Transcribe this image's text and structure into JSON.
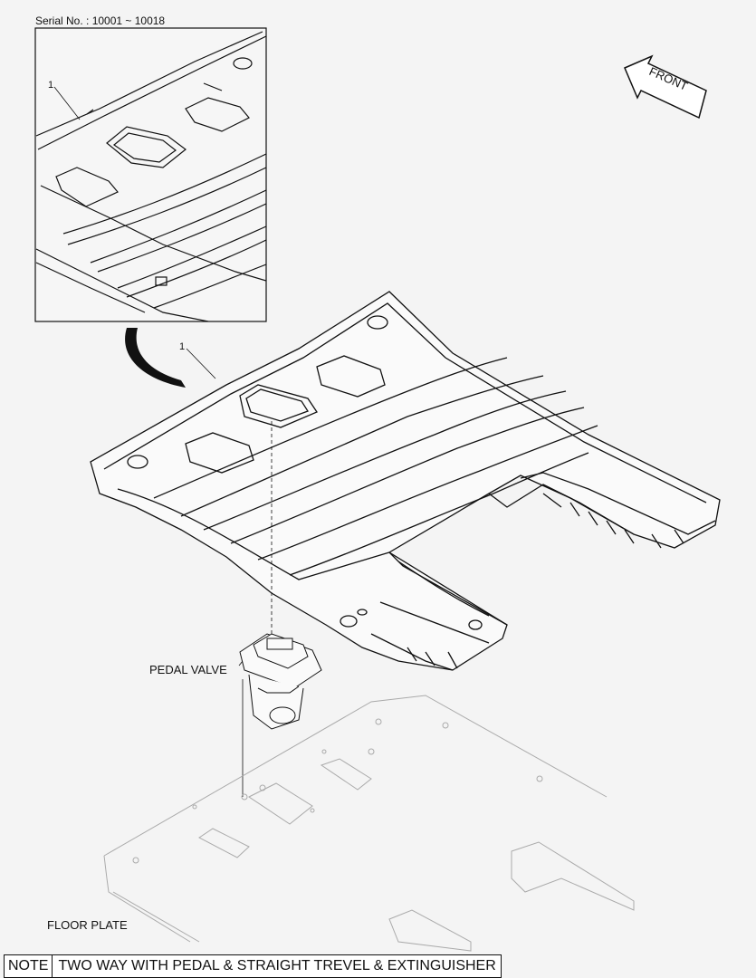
{
  "serial_number": "Serial No. : 10001 ~ 10018",
  "front_label": "FRONT",
  "callouts": {
    "inset": "1",
    "main": "1"
  },
  "labels": {
    "pedal_valve": "PEDAL VALVE",
    "floor_plate": "FLOOR PLATE"
  },
  "note": {
    "key": "NOTE",
    "text": "TWO WAY WITH PEDAL & STRAIGHT TREVEL & EXTINGUISHER"
  },
  "colors": {
    "line": "#111111",
    "ghost_line": "#aaaaaa",
    "background": "#f4f4f4"
  }
}
